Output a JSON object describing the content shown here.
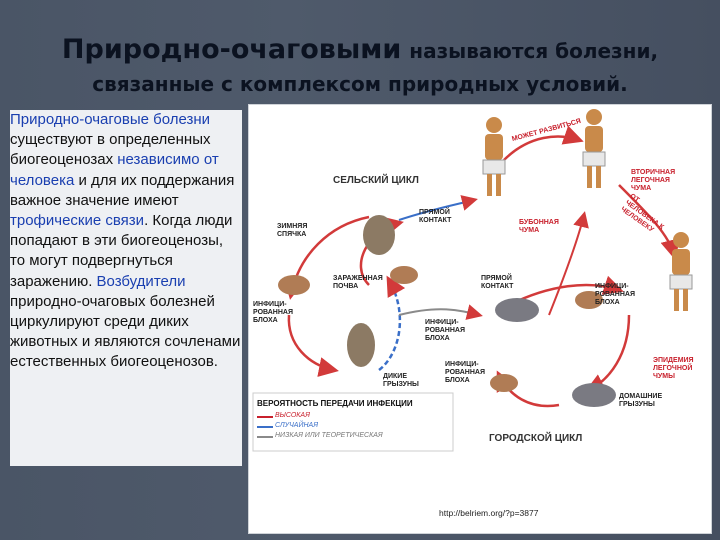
{
  "title": {
    "bold_part": "Природно-очаговыми",
    "rest_part": "называются болезни,",
    "line2": "связанные с комплексом природных условий."
  },
  "left_text": {
    "segments": [
      {
        "t": "Природно-очаговые болезни",
        "hl": true
      },
      {
        "t": " существуют в определенных биогеоценозах ",
        "hl": false
      },
      {
        "t": "независимо от человека",
        "hl": true
      },
      {
        "t": " и для их поддержания важное значение имеют ",
        "hl": false
      },
      {
        "t": "трофические связи",
        "hl": true
      },
      {
        "t": ". Когда люди попадают в эти биогеоценозы, то могут подвергнуться заражению. ",
        "hl": false
      },
      {
        "t": "Возбудители",
        "hl": true
      },
      {
        "t": " природно-очаговых болезней циркулируют среди диких животных и являются сочленами естественных биогеоценозов.",
        "hl": false
      }
    ]
  },
  "diagram": {
    "rural_cycle": "СЕЛЬСКИЙ ЦИКЛ",
    "urban_cycle": "ГОРОДСКОЙ ЦИКЛ",
    "can_develop": "МОЖЕТ РАЗВИТЬСЯ",
    "secondary_plague": "ВТОРИЧНАЯ ЛЕГОЧНАЯ ЧУМА",
    "bubonic_plague": "БУБОННАЯ ЧУМА",
    "direct_contact": "ПРЯМОЙ КОНТАКТ",
    "human_to_human": "ОТ ЧЕЛОВЕКА К ЧЕЛОВЕКУ",
    "hibernation": "ЗИМНЯЯ СПЯЧКА",
    "infected_soil": "ЗАРАЖЕННАЯ ПОЧВА",
    "infected_flea": "ИНФИЦИ- РОВАННАЯ БЛОХА",
    "wild_rodents": "ДИКИЕ ГРЫЗУНЫ",
    "domestic_rodents": "ДОМАШНИЕ ГРЫЗУНЫ",
    "pneumonic_epidemic": "ЭПИДЕМИЯ ЛЕГОЧНОЙ ЧУМЫ",
    "legend_title": "ВЕРОЯТНОСТЬ ПЕРЕДАЧИ ИНФЕКЦИИ",
    "legend": [
      "ВЫСОКАЯ",
      "СЛУЧАЙНАЯ",
      "НИЗКАЯ ИЛИ ТЕОРЕТИЧЕСКАЯ"
    ],
    "legend_colors": [
      "#c8202c",
      "#3a6fc8",
      "#8a8a8a"
    ],
    "arrow_color": "#d23a3a",
    "url": "http://belriem.org/?p=3877"
  }
}
